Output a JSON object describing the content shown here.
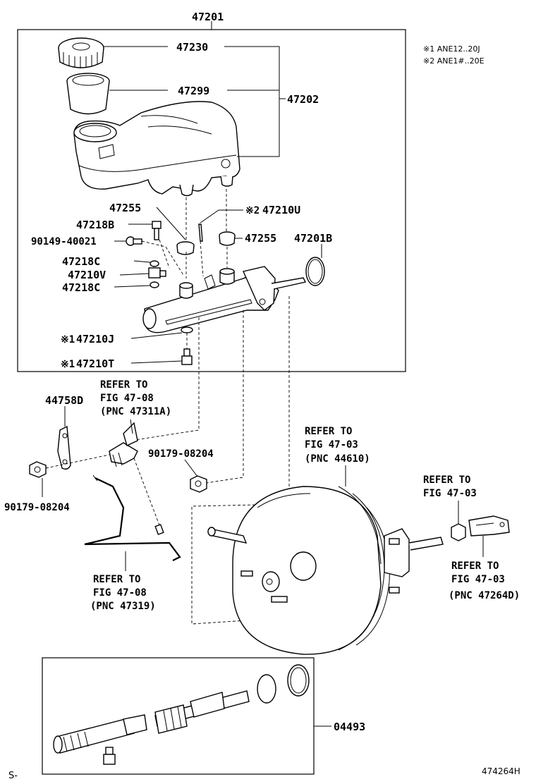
{
  "labels": {
    "p47201": "47201",
    "p47230": "47230",
    "p47299": "47299",
    "p47202": "47202",
    "p47255a": "47255",
    "p47210U": "47210U",
    "p47218B": "47218B",
    "p90149": "90149-40021",
    "p47255b": "47255",
    "p47201B": "47201B",
    "p47218C1": "47218C",
    "p47210V": "47210V",
    "p47218C2": "47218C",
    "p47210J": "47210J",
    "p47210T": "47210T",
    "p44758D": "44758D",
    "p90179a": "90179-08204",
    "p90179b": "90179-08204",
    "p04493": "04493"
  },
  "marks": {
    "mark2": "※2",
    "mark1a": "※1",
    "mark1b": "※1"
  },
  "notes": {
    "n1": "※1 ANE12..20J",
    "n2": "※2 ANE1#..20E"
  },
  "refers": {
    "r1": [
      "REFER TO",
      "FIG 47-08",
      "(PNC 47311A)"
    ],
    "r2": [
      "REFER TO",
      "FIG 47-03",
      "(PNC 44610)"
    ],
    "r3": [
      "REFER TO",
      "FIG 47-03"
    ],
    "r4": [
      "REFER TO",
      "FIG 47-03",
      "(PNC 47264D)"
    ],
    "r5": [
      "REFER TO",
      "FIG 47-08",
      "(PNC 47319)"
    ]
  },
  "footer": {
    "left": "S-",
    "code": "474264H"
  }
}
